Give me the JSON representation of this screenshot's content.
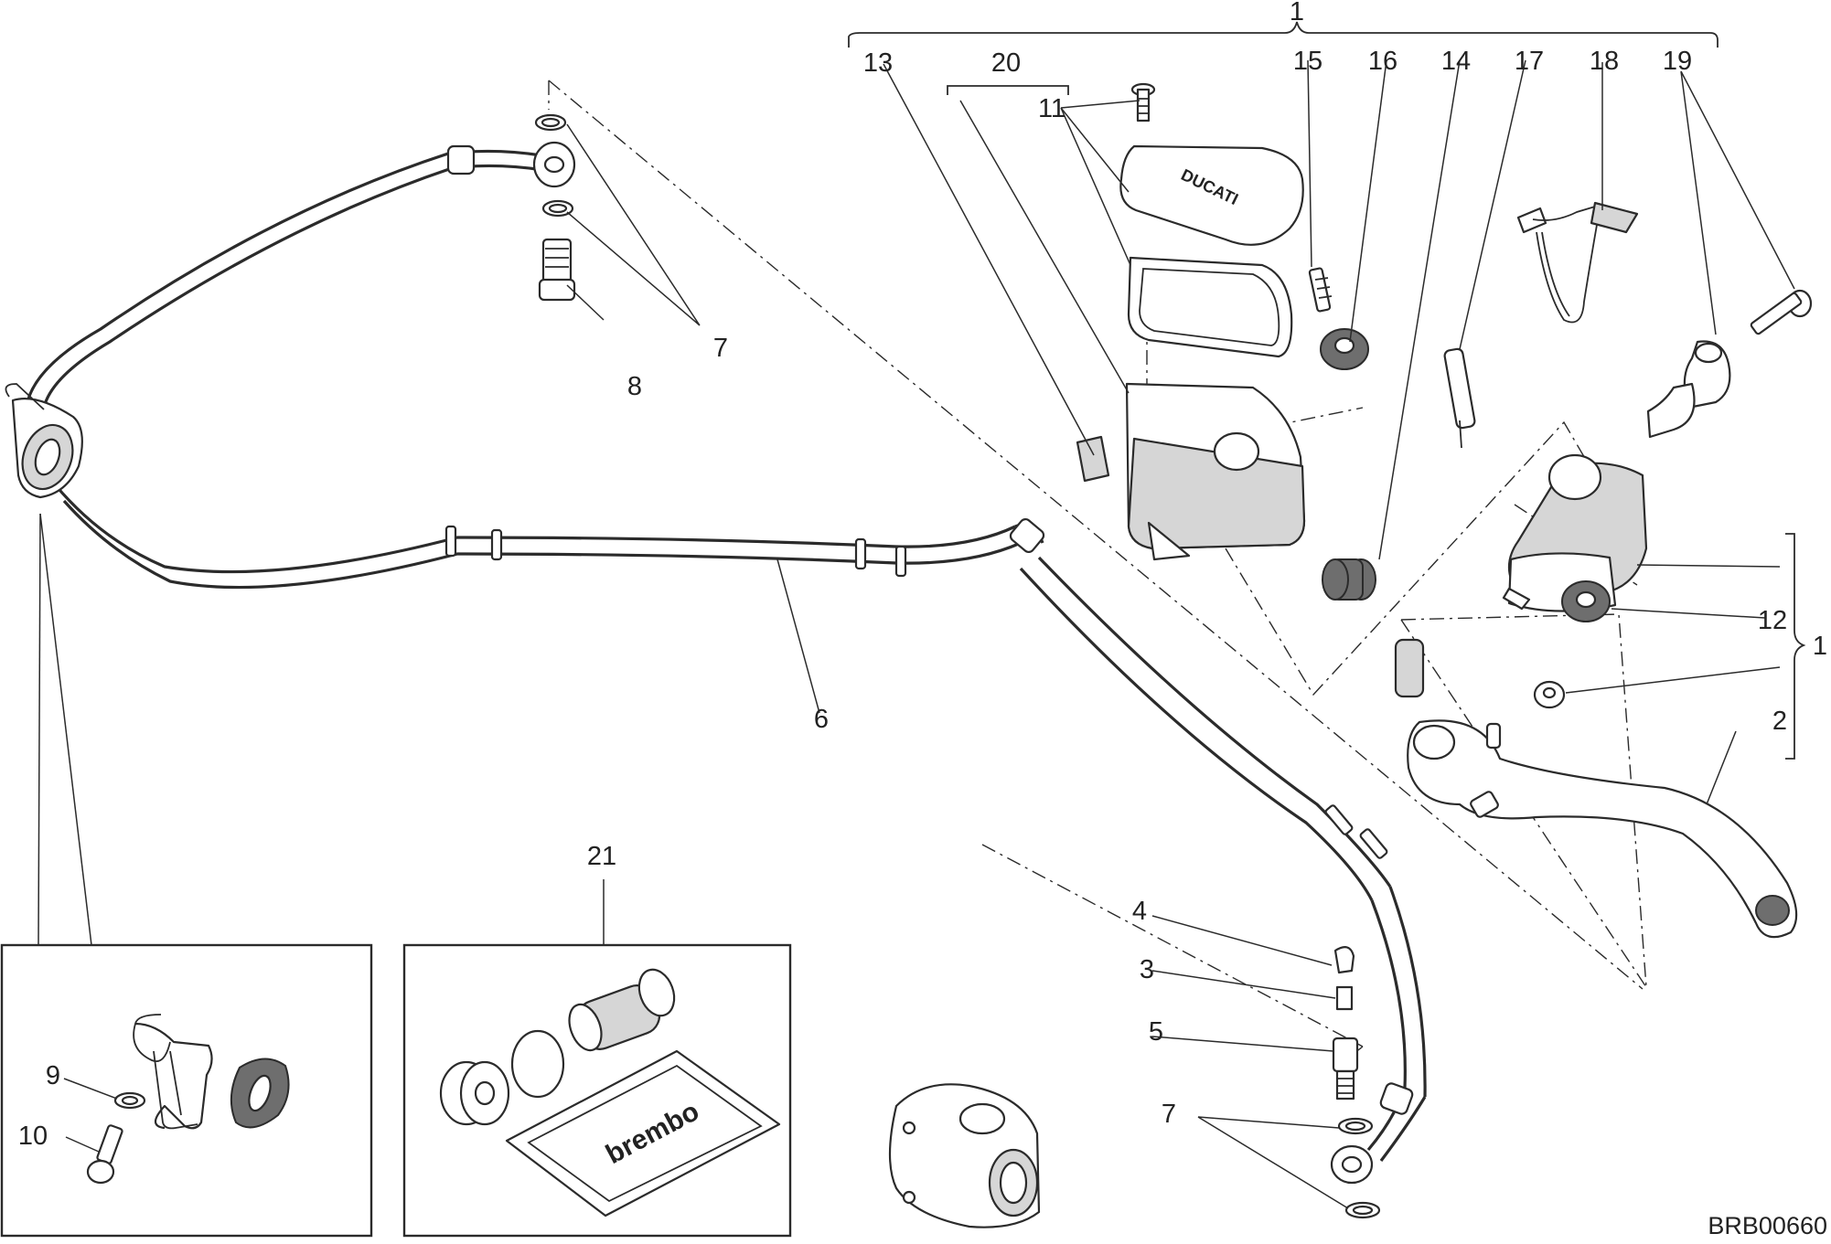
{
  "diagram": {
    "drawing_code": "BRB00660",
    "callouts": {
      "c1_top": "1",
      "c1_side": "1",
      "c2": "2",
      "c3": "3",
      "c4": "4",
      "c5": "5",
      "c6": "6",
      "c7_top": "7",
      "c7_bottom": "7",
      "c8": "8",
      "c9": "9",
      "c10": "10",
      "c11": "11",
      "c12": "12",
      "c13": "13",
      "c14": "14",
      "c15": "15",
      "c16": "16",
      "c17": "17",
      "c18": "18",
      "c19": "19",
      "c20": "20",
      "c21": "21"
    },
    "cap_logo_text": "DUCATI",
    "kit_logo_text": "brembo",
    "icons": {
      "reservoir": "reservoir-icon",
      "lever": "clutch-lever-icon",
      "slave": "slave-cylinder-icon",
      "hose": "clutch-hose-icon"
    }
  }
}
